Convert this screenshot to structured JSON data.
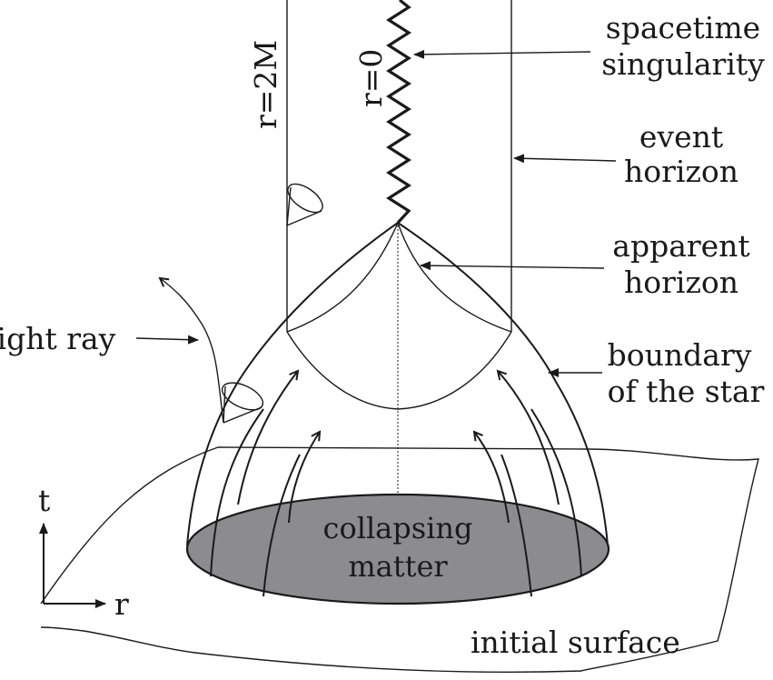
{
  "diagram": {
    "labels": {
      "r_2M": "r=2M",
      "r_0": "r=0",
      "singularity_line1": "spacetime",
      "singularity_line2": "singularity",
      "event_horizon_line1": "event",
      "event_horizon_line2": "horizon",
      "apparent_horizon_line1": "apparent",
      "apparent_horizon_line2": "horizon",
      "light_ray": "light ray",
      "boundary_line1": "boundary",
      "boundary_line2": "of the star",
      "collapsing_line1": "collapsing",
      "collapsing_line2": "matter",
      "axis_t": "t",
      "axis_r": "r",
      "initial_surface": "initial surface"
    },
    "colors": {
      "ink": "#1a1a1a",
      "matter_fill": "#8c8c8e",
      "background": "#ffffff"
    }
  }
}
